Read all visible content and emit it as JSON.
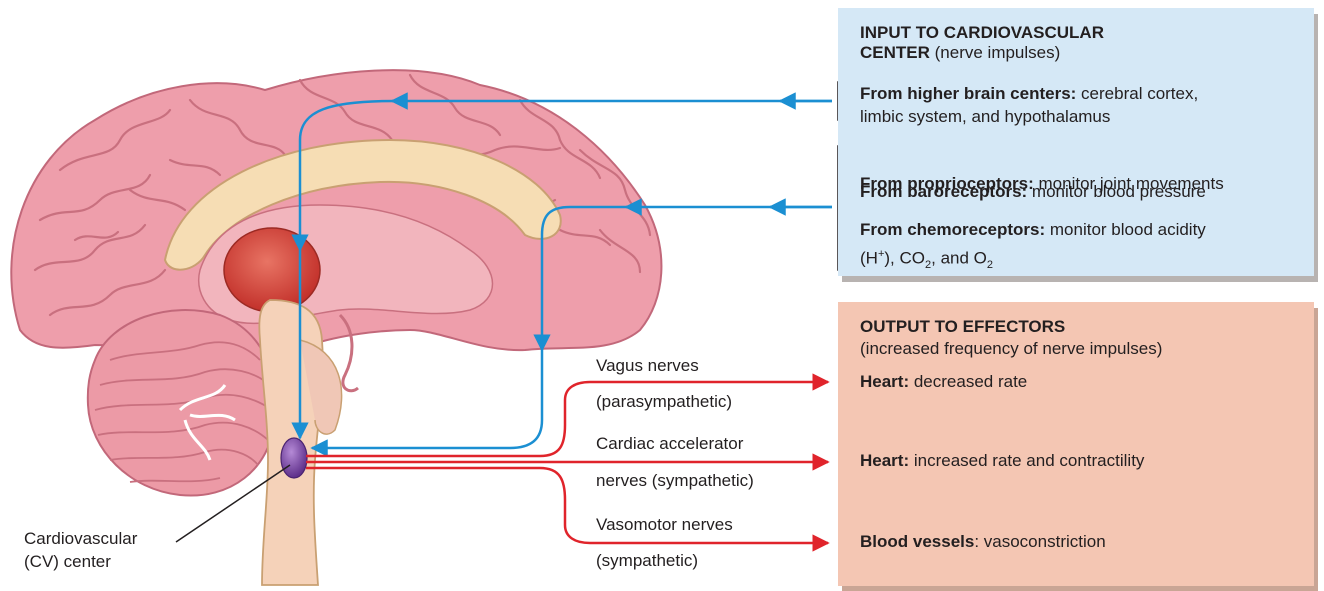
{
  "input_box": {
    "title_line1": "INPUT TO CARDIOVASCULAR",
    "title_line2_bold": "CENTER",
    "title_line2_rest": " (nerve impulses)",
    "higher_brain_bold": "From higher brain centers:",
    "higher_brain_rest": " cerebral cortex,",
    "higher_brain_line2": "limbic system, and hypothalamus",
    "proprio_bold": "From proprioceptors:",
    "proprio_rest": " monitor joint movements",
    "baro_bold": "From baroreceptors:",
    "baro_rest": " monitor blood pressure",
    "chemo_bold": "From chemoreceptors:",
    "chemo_rest": " monitor blood acidity",
    "chemo_line2_a": "(H",
    "chemo_line2_sup": "+",
    "chemo_line2_b": "), CO",
    "chemo_line2_sub1": "2",
    "chemo_line2_c": ", and O",
    "chemo_line2_sub2": "2"
  },
  "output_box": {
    "title": "OUTPUT TO EFFECTORS",
    "subtitle": "(increased frequency of nerve impulses)",
    "heart1_bold": "Heart:",
    "heart1_rest": " decreased rate",
    "heart2_bold": "Heart:",
    "heart2_rest": " increased rate and contractility",
    "vessels_bold": "Blood vessels",
    "vessels_rest": ": vasoconstriction"
  },
  "nerve_labels": {
    "vagus_1": "Vagus nerves",
    "vagus_2": "(parasympathetic)",
    "cardiac_1": "Cardiac accelerator",
    "cardiac_2": "nerves (sympathetic)",
    "vasomotor_1": "Vasomotor nerves",
    "vasomotor_2": "(sympathetic)"
  },
  "cv_center": {
    "line1": "Cardiovascular",
    "line2": "(CV) center"
  },
  "colors": {
    "input_arrow": "#1b8fd2",
    "output_arrow": "#e0242b",
    "input_box_fill": "#d5e8f6",
    "output_box_fill": "#f4c6b3",
    "brain_pink": "#ef9fab",
    "cv_center_purple": "#7b4fa3"
  }
}
